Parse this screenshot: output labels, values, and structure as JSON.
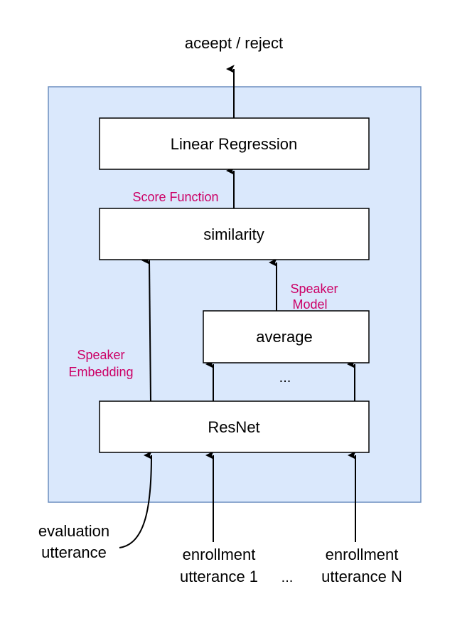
{
  "title": "aceept / reject",
  "colors": {
    "panel_fill": "#dae8fc",
    "panel_stroke": "#6c8ebf",
    "box_fill": "#ffffff",
    "box_stroke": "#000000",
    "annotation": "#cc0066"
  },
  "boxes": {
    "linear_regression": "Linear Regression",
    "similarity": "similarity",
    "average": "average",
    "resnet": "ResNet"
  },
  "annotations": {
    "score_function": "Score Function",
    "speaker_model": [
      "Speaker",
      "Model"
    ],
    "speaker_embedding": [
      "Speaker",
      "Embedding"
    ]
  },
  "ellipsis_inner": "...",
  "inputs": {
    "evaluation": [
      "evaluation",
      "utterance"
    ],
    "enrollment_1": [
      "enrollment",
      "utterance 1"
    ],
    "ellipsis": "...",
    "enrollment_n": [
      "enrollment",
      "utterance N"
    ]
  }
}
